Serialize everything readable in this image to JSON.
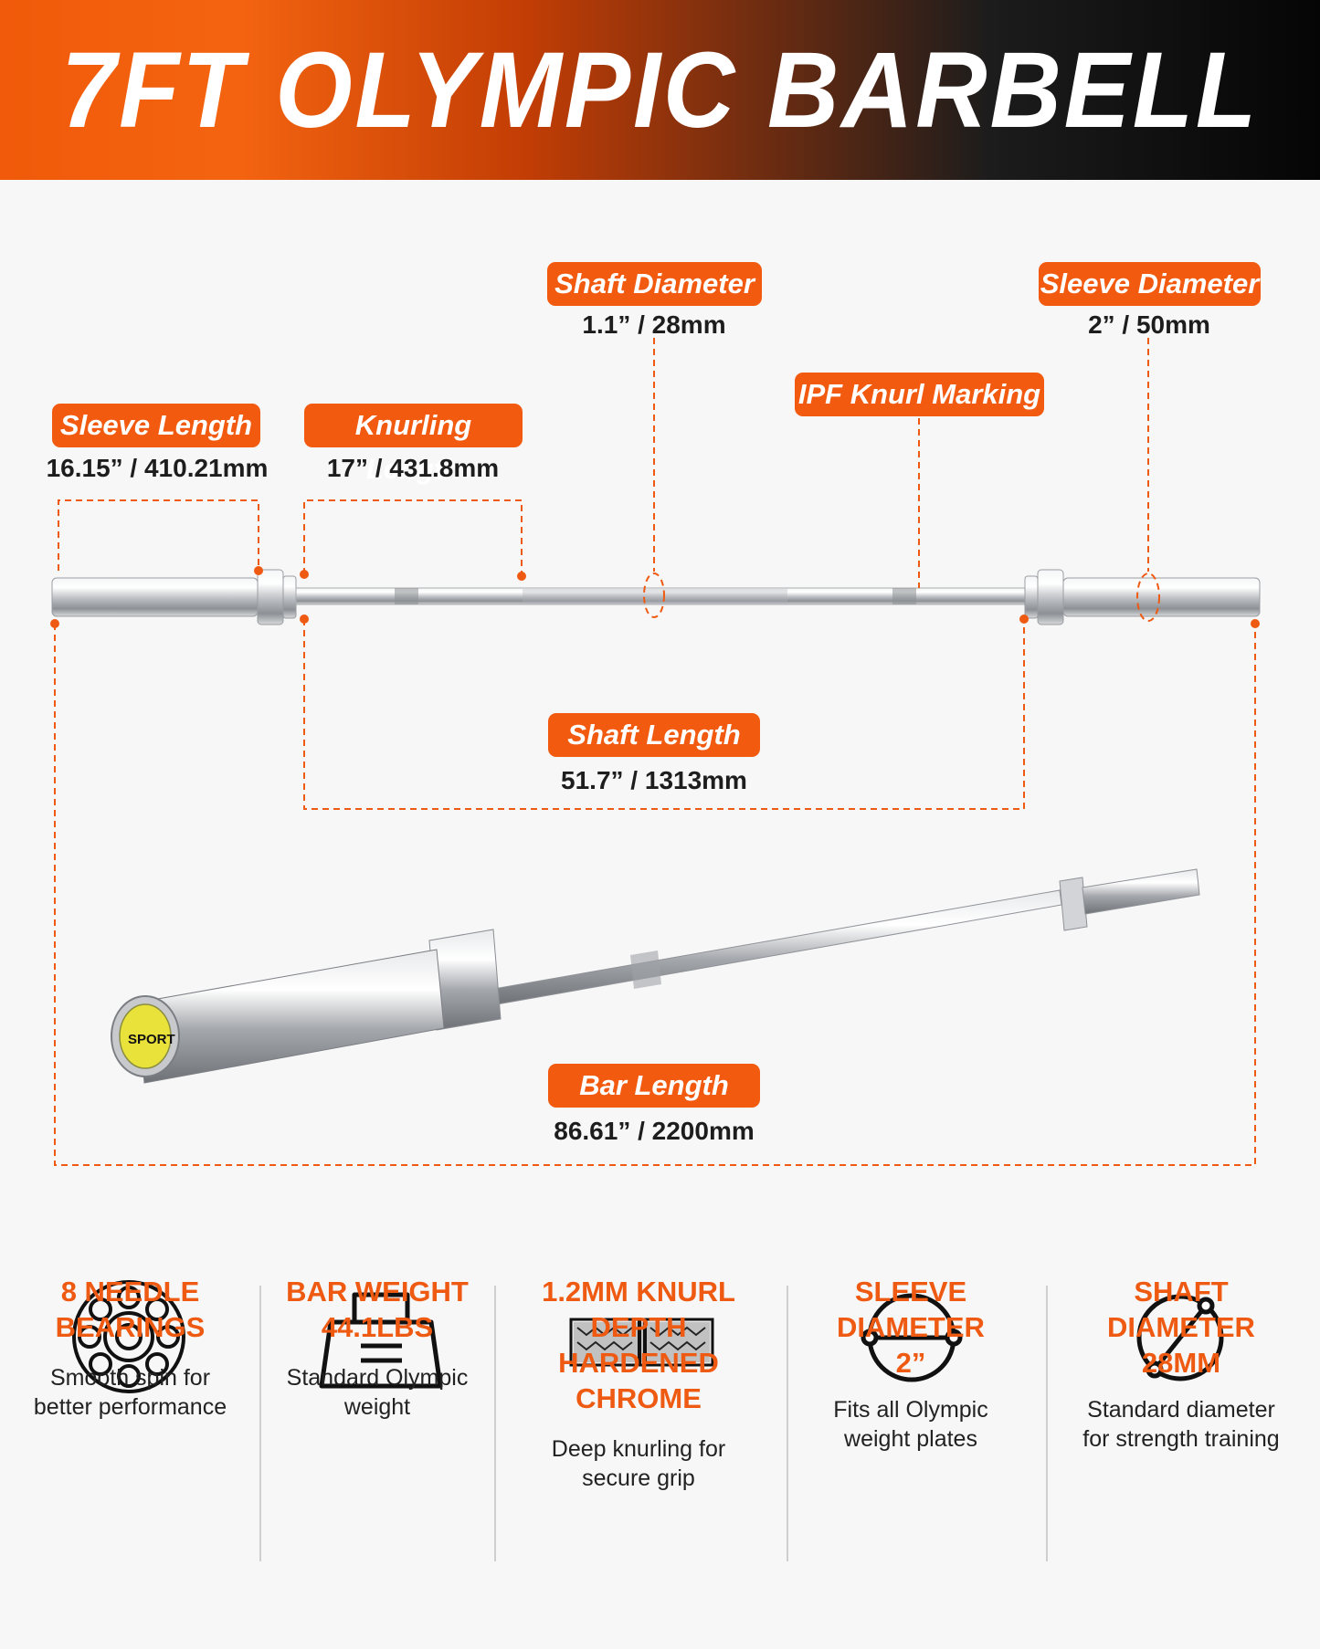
{
  "title": "7FT OLYMPIC BARBELL",
  "colors": {
    "accent": "#f25a10",
    "header_dark": "#050505",
    "background": "#f7f7f7",
    "chrome": "#c9ccd0"
  },
  "dimensions": [
    {
      "key": "shaft_diameter",
      "label": "Shaft Diameter",
      "value": "1.1” / 28mm"
    },
    {
      "key": "sleeve_diameter",
      "label": "Sleeve Diameter",
      "value": "2” / 50mm"
    },
    {
      "key": "ipf_knurl",
      "label": "IPF Knurl Marking"
    },
    {
      "key": "sleeve_length",
      "label": "Sleeve Length",
      "value": "16.15” / 410.21mm"
    },
    {
      "key": "knurling_length",
      "label": "Knurling Length",
      "value": "17” / 431.8mm"
    },
    {
      "key": "shaft_length",
      "label": "Shaft Length",
      "value": "51.7” / 1313mm"
    },
    {
      "key": "bar_length",
      "label": "Bar Length",
      "value": "86.61” / 2200mm"
    }
  ],
  "endcap_text": "SPORT",
  "features": [
    {
      "icon": "bearing-icon",
      "title": "8 NEEDLE\nBEARINGS",
      "desc": "Smooth spin for\nbetter performance"
    },
    {
      "icon": "weight-icon",
      "title": "BAR WEIGHT\n44.1LBS",
      "desc": "Standard Olympic\nweight"
    },
    {
      "icon": "knurl-icon",
      "title": "1.2MM KNURL DEPTH\nHARDENED CHROME",
      "desc": "Deep knurling for\nsecure grip"
    },
    {
      "icon": "sleeve-diameter-icon",
      "title": "SLEEVE DIAMETER\n2”",
      "desc": "Fits all Olympic\nweight plates"
    },
    {
      "icon": "shaft-diameter-icon",
      "title": "SHAFT DIAMETER\n28MM",
      "desc": "Standard diameter\nfor strength training"
    }
  ]
}
